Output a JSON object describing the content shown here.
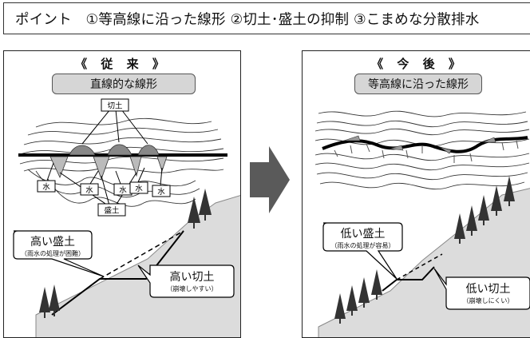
{
  "header": {
    "text": "ポイント　①等高線に沿った線形 ②切土･盛土の抑制 ③こまめな分散排水"
  },
  "left_panel": {
    "title": "《 従 来 》",
    "label": "直線的な線形",
    "cut_tag": "切土",
    "fill_tag": "盛土",
    "water_tags": [
      "水",
      "水",
      "水",
      "水",
      "水"
    ],
    "fill_callout": {
      "main": "高い盛土",
      "sub": "（雨水の処理が困難）"
    },
    "cut_callout": {
      "main": "高い切土",
      "sub": "（崩壊しやすい）"
    }
  },
  "right_panel": {
    "title": "《 今 後 》",
    "label": "等高線に沿った線形",
    "fill_callout": {
      "main": "低い盛土",
      "sub": "（雨水の処理が容易）"
    },
    "cut_callout": {
      "main": "低い切土",
      "sub": "（崩壊しにくい）"
    }
  },
  "colors": {
    "arrow": "#5a5a5a",
    "label_bg": "#d6d6d6",
    "slope": "#dcdcdc",
    "tree": "#333333"
  }
}
